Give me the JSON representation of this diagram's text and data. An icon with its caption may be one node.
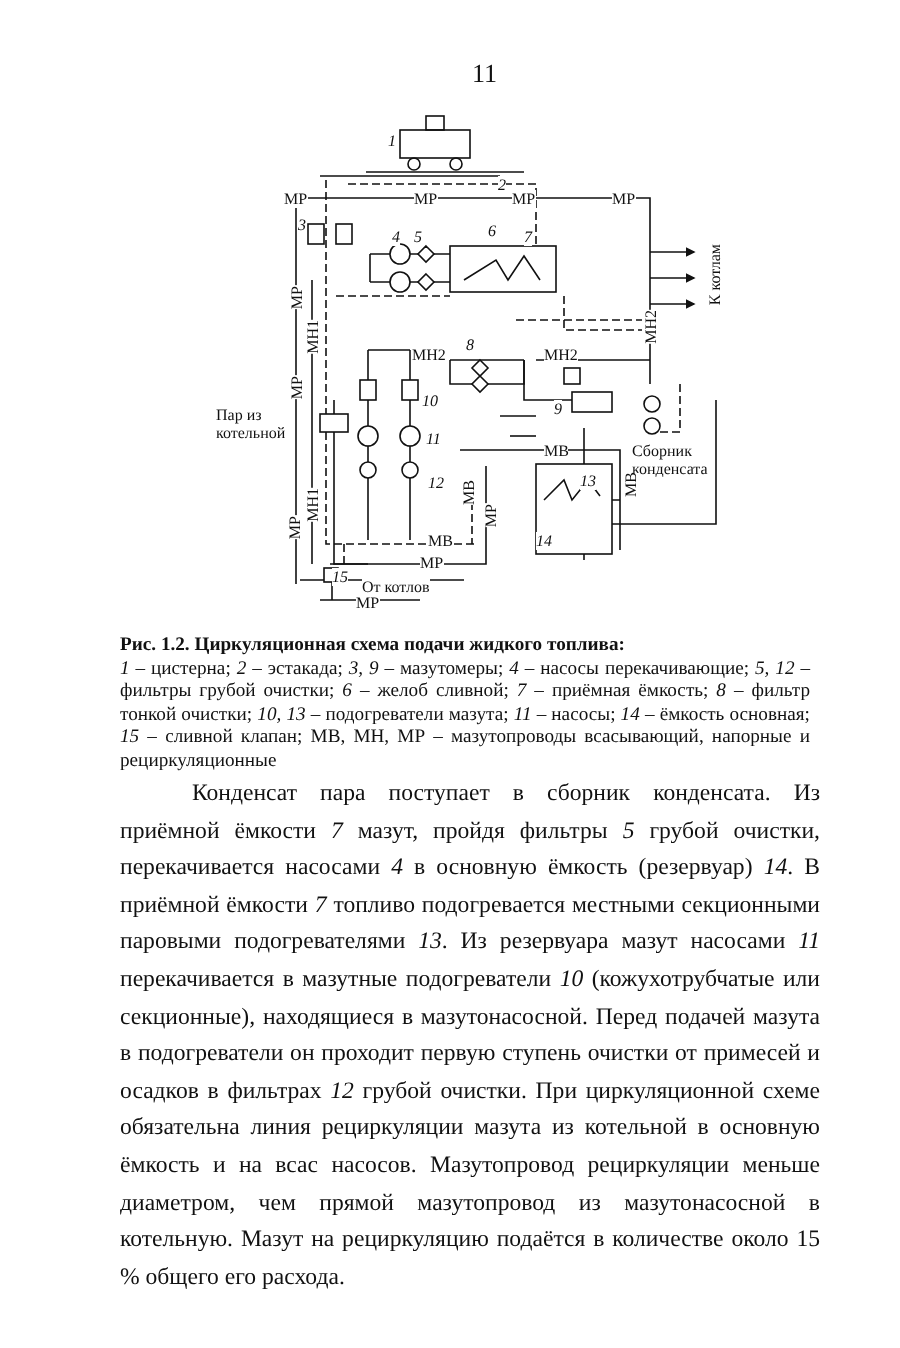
{
  "diagram": {
    "caption": "Рис. 1.2. Циркуляционная схема подачи жидкого топлива:",
    "labels": [
      "11",
      "1",
      "2",
      "МР",
      "МР",
      "МР",
      "МР",
      "3",
      "4",
      "5",
      "6",
      "7",
      "К котлам",
      "МР",
      "МН1",
      "МН2",
      "8",
      "МН2",
      "МН2",
      "9",
      "МР",
      "10",
      "Пар из котельной",
      "11",
      "Сборник конденсата",
      "МВ",
      "МН1",
      "12",
      "13",
      "МВ",
      "МР",
      "МВ",
      "МР",
      "МВ",
      "14",
      "МР",
      "15",
      "От котлов",
      "МР",
      "*1* – цистерна; *2* – эстакада; *3, 9* – мазутомеры; *4* – насосы перекачивающие; *5, 12* – фильтры грубой очистки; *6* – желоб сливной; *7* – приёмная ёмкость; *8* – фильтр тонкой очистки; *10, 13* – подогреватели мазута; *11* – насосы; *14* – ёмкость основная; *15* – сливной клапан; МВ, МН, МР – мазутопроводы всасывающий, напорные и рециркуляционные",
      "Конденсат пара поступает в сборник конденсата. Из приёмной ёмкости *7* мазут, пройдя фильтры *5* грубой очистки, перекачивается насосами *4* в основную ёмкость (резервуар) *14*. В приёмной ёмкости *7* топливо подогревается местными секционными паровыми подогревателями *13*. Из резервуара мазут насосами *11* перекачивается в мазутные подогреватели *10* (кожухотрубчатые или секционные), находящиеся в мазутонасосной. Перед подачей мазута в подогреватели он проходит первую ступень очистки от примесей и осадков в фильтрах *12* грубой очистки. При циркуляционной схеме обязательна линия рециркуляции мазута из котельной в основную ёмкость и на всас насосов. Мазутопровод рециркуляции меньше диаметром, чем прямой мазутопровод из мазутонасосной в котельную. Мазут на рециркуляцию подаётся в количестве около 15 % общего его расхода."
    ]
  }
}
